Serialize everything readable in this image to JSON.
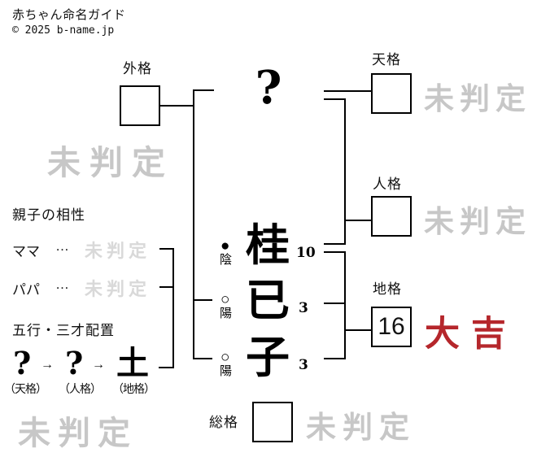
{
  "header": {
    "title": "赤ちゃん命名ガイド",
    "copyright": "© 2025 b-name.jp"
  },
  "kaku": {
    "gaikaku": {
      "label": "外格",
      "value": "",
      "result": "未判定"
    },
    "tenkaku": {
      "label": "天格",
      "value": "",
      "result": "未判定"
    },
    "jinkaku": {
      "label": "人格",
      "value": "",
      "result": "未判定"
    },
    "chikaku": {
      "label": "地格",
      "value": "16",
      "result": "大吉"
    },
    "soukaku": {
      "label": "総格",
      "value": "",
      "result": "未判定"
    }
  },
  "name": {
    "surname_char": "?",
    "given_chars": [
      {
        "char": "桂",
        "strokes": "10",
        "inyo_symbol": "●",
        "inyo_label": "陰"
      },
      {
        "char": "已",
        "strokes": "3",
        "inyo_symbol": "○",
        "inyo_label": "陽"
      },
      {
        "char": "子",
        "strokes": "3",
        "inyo_symbol": "○",
        "inyo_label": "陽"
      }
    ]
  },
  "compatibility": {
    "heading": "親子の相性",
    "rows": [
      {
        "label": "ママ",
        "dots": "…",
        "result": "未判定"
      },
      {
        "label": "パパ",
        "dots": "…",
        "result": "未判定"
      }
    ]
  },
  "gogyo": {
    "heading": "五行・三才配置",
    "elements": [
      "?",
      "?",
      "土"
    ],
    "arrow": "→",
    "labels": [
      "（天格）",
      "（人格）",
      "（地格）"
    ]
  },
  "watermarks": {
    "gaikaku_area": "未判定",
    "bottom_left": "未判定"
  },
  "colors": {
    "luck_red": "#b5262b",
    "watermark_gray": "#c7c7c7",
    "watermark_light_gray": "#d9d9d9"
  }
}
